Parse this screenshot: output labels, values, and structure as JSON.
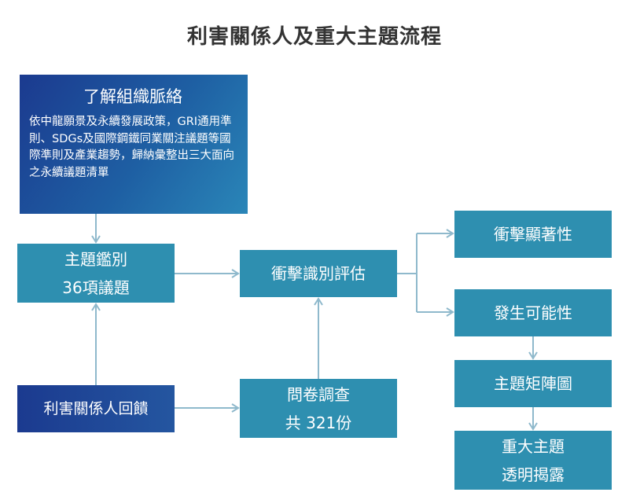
{
  "title": "利害關係人及重大主題流程",
  "context": {
    "title": "了解組織脈絡",
    "desc": "依中龍願景及永續發展政策，GRI通用準則、SDGs及國際鋼鐵同業關注議題等國際準則及產業趨勢，歸納彙整出三大面向之永續議題清單"
  },
  "topic": {
    "line1": "主題鑑別",
    "line2": "36項議題"
  },
  "stakeholder": {
    "label": "利害關係人回饋"
  },
  "impact": {
    "label": "衝擊識別評估"
  },
  "survey": {
    "line1": "問卷調查",
    "line2": "共 321份"
  },
  "significance": {
    "label": "衝擊顯著性"
  },
  "probability": {
    "label": "發生可能性"
  },
  "matrix": {
    "label": "主題矩陣圖"
  },
  "disclosure": {
    "line1": "重大主題",
    "line2": "透明揭露"
  },
  "colors": {
    "teal": "#2e8fb0",
    "navy": "#1b3a8f",
    "arrow": "#8fb9cc",
    "title": "#333333"
  }
}
